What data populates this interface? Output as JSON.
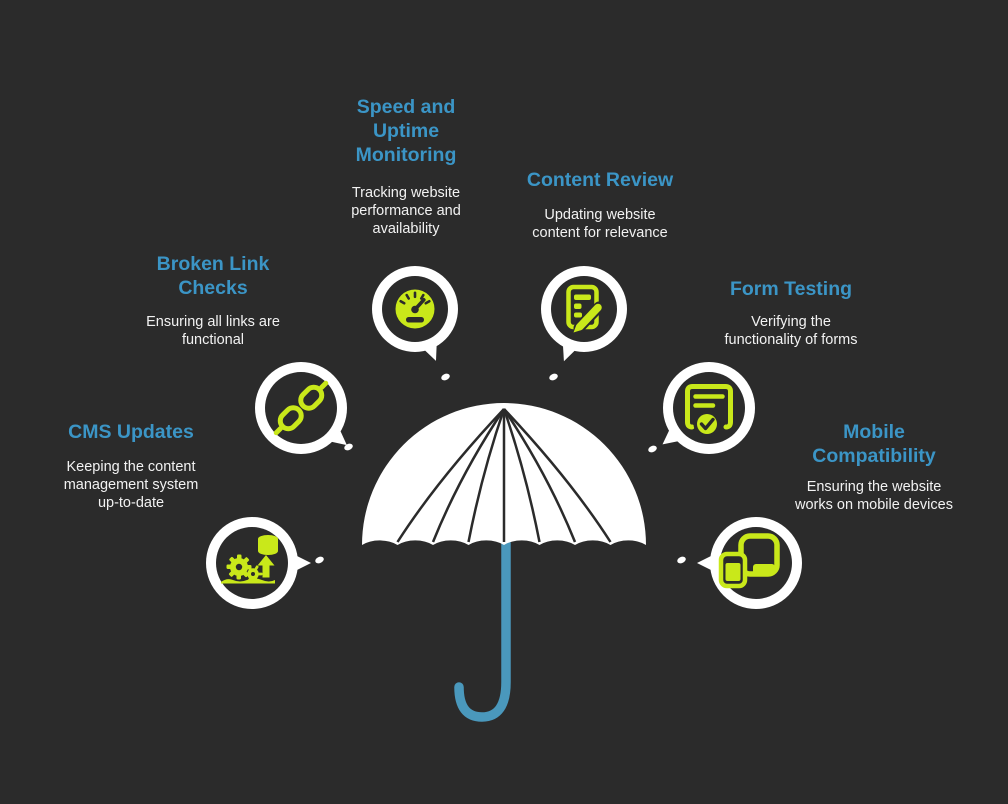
{
  "page": {
    "type": "infographic",
    "theme": "dark",
    "subject": "Website maintenance tasks under one umbrella"
  },
  "colors": {
    "background": "#2b2b2b",
    "accent_blue": "#3b95c6",
    "body_text": "#f2f2f2",
    "lime_green": "#c9e81a",
    "badge_white": "#ffffff",
    "handle_blue": "#4a98bc"
  },
  "center_graphic": {
    "name": "umbrella"
  },
  "topics": [
    {
      "id": "speed-uptime-monitoring",
      "title": "Speed and Uptime Monitoring",
      "description": "Tracking website performance and availability",
      "icon": "speedometer-icon"
    },
    {
      "id": "content-review",
      "title": "Content Review",
      "description": "Updating website content for relevance",
      "icon": "document-edit-icon"
    },
    {
      "id": "broken-link-checks",
      "title": "Broken Link Checks",
      "description": "Ensuring all links are functional",
      "icon": "chain-link-icon"
    },
    {
      "id": "form-testing",
      "title": "Form Testing",
      "description": "Verifying the functionality of forms",
      "icon": "form-checklist-icon"
    },
    {
      "id": "cms-updates",
      "title": "CMS Updates",
      "description": "Keeping the content management system up-to-date",
      "icon": "gear-database-icon"
    },
    {
      "id": "mobile-compatibility",
      "title": "Mobile Compatibility",
      "description": "Ensuring the website works on mobile devices",
      "icon": "mobile-devices-icon"
    }
  ]
}
